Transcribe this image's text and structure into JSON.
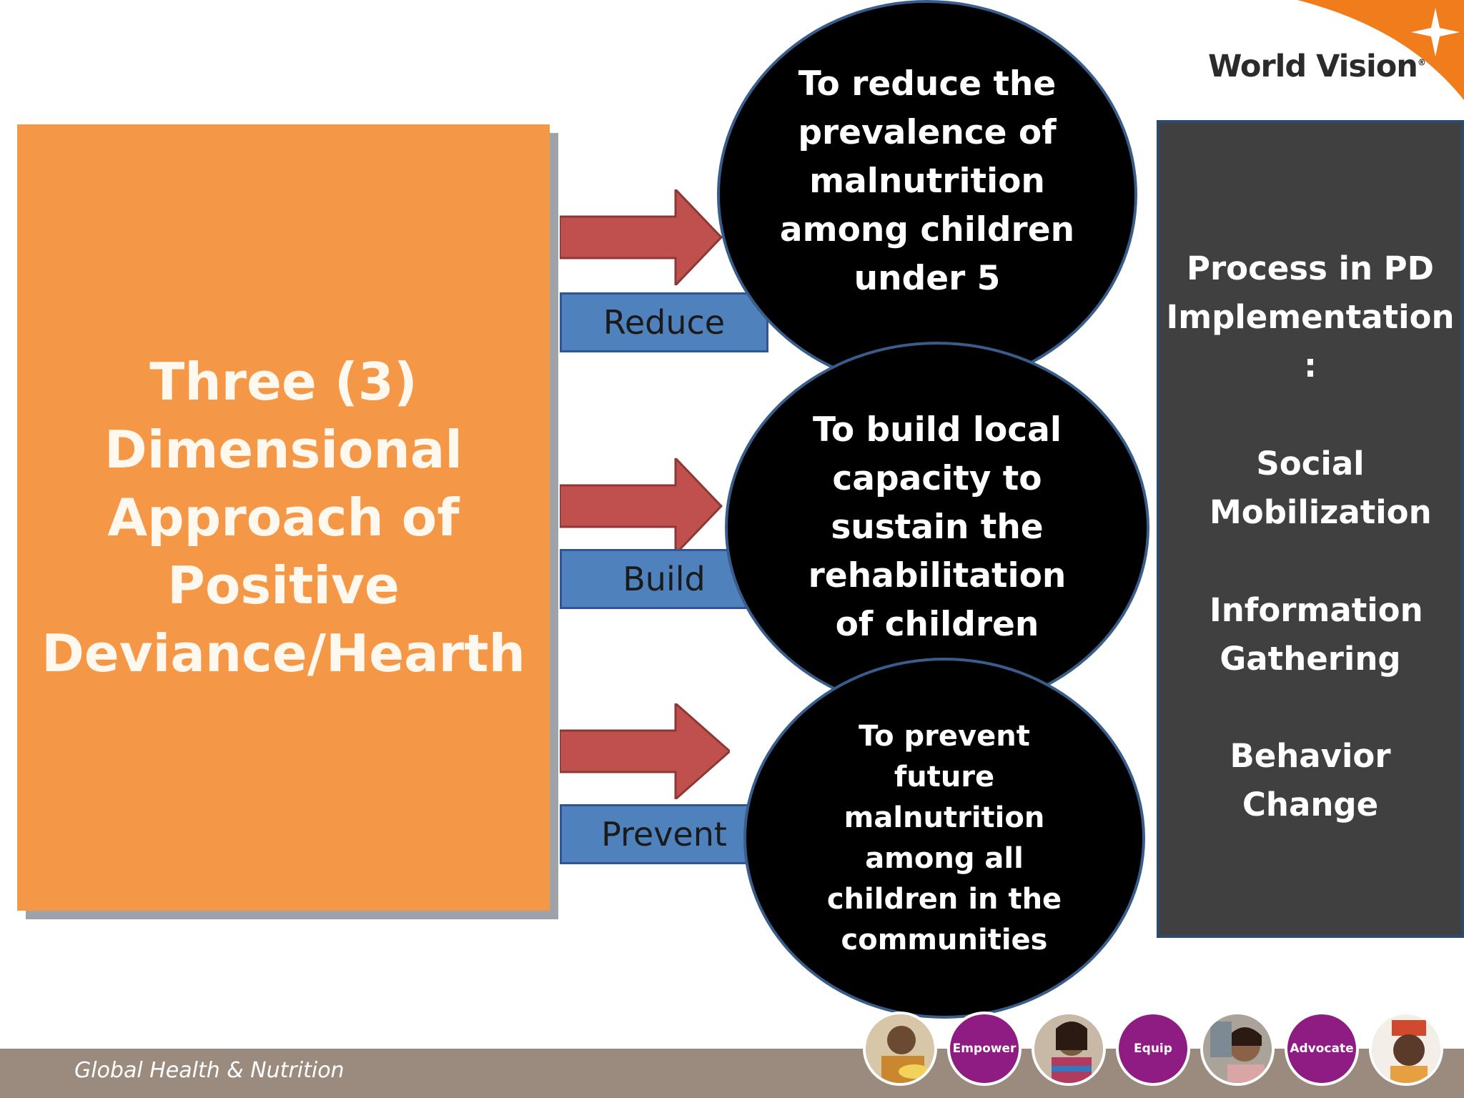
{
  "brand": {
    "name": "World Vision",
    "mark": "®"
  },
  "main_box": {
    "title": "Three (3) Dimensional Approach of Positive Deviance/Hearth"
  },
  "arrows": [
    {
      "label": "Reduce",
      "circle_text": "To reduce the prevalence of malnutrition among children under 5"
    },
    {
      "label": "Build",
      "circle_text": "To build local capacity to sustain the rehabilitation of children"
    },
    {
      "label": "Prevent",
      "circle_text": "To prevent future malnutrition among all children in the communities"
    }
  ],
  "side_panel": {
    "heading": "Process in PD Implementation",
    "colon": ":",
    "items": [
      "Social Mobilization",
      "Information Gathering",
      "Behavior Change"
    ]
  },
  "footer": {
    "text": "Global Health & Nutrition",
    "badges": [
      "Empower",
      "Equip",
      "Advocate"
    ]
  },
  "colors": {
    "orange": "#F49847",
    "arrow_red": "#C0504D",
    "label_blue": "#4F81BD",
    "panel_gray": "#404040",
    "badge_purple": "#8F1C82",
    "footer_taupe": "#9B8B7F"
  }
}
